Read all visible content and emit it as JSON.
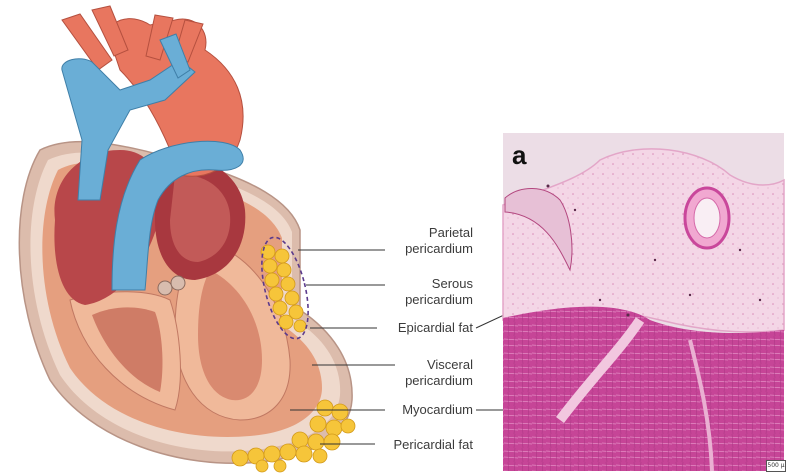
{
  "labels": {
    "parietal_1": "Parietal",
    "parietal_2": "pericardium",
    "serous_1": "Serous",
    "serous_2": "pericardium",
    "epicardial": "Epicardial fat",
    "visceral_1": "Visceral",
    "visceral_2": "pericardium",
    "myocardium": "Myocardium",
    "pericardial_fat": "Pericardial fat"
  },
  "histology": {
    "panel_letter": "a",
    "scale_text": "500 µ"
  },
  "colors": {
    "vein_blue": "#6aaed6",
    "artery_red": "#e8775f",
    "myocardium_dark": "#b84a4a",
    "myocardium_light": "#e7a98a",
    "pericardium_outer": "#d9b8a6",
    "fat_yellow": "#f6c53a",
    "tissue_pink": "#f2cbe0",
    "muscle_magenta": "#c9479b",
    "dashed_outline": "#5b3a8c"
  }
}
